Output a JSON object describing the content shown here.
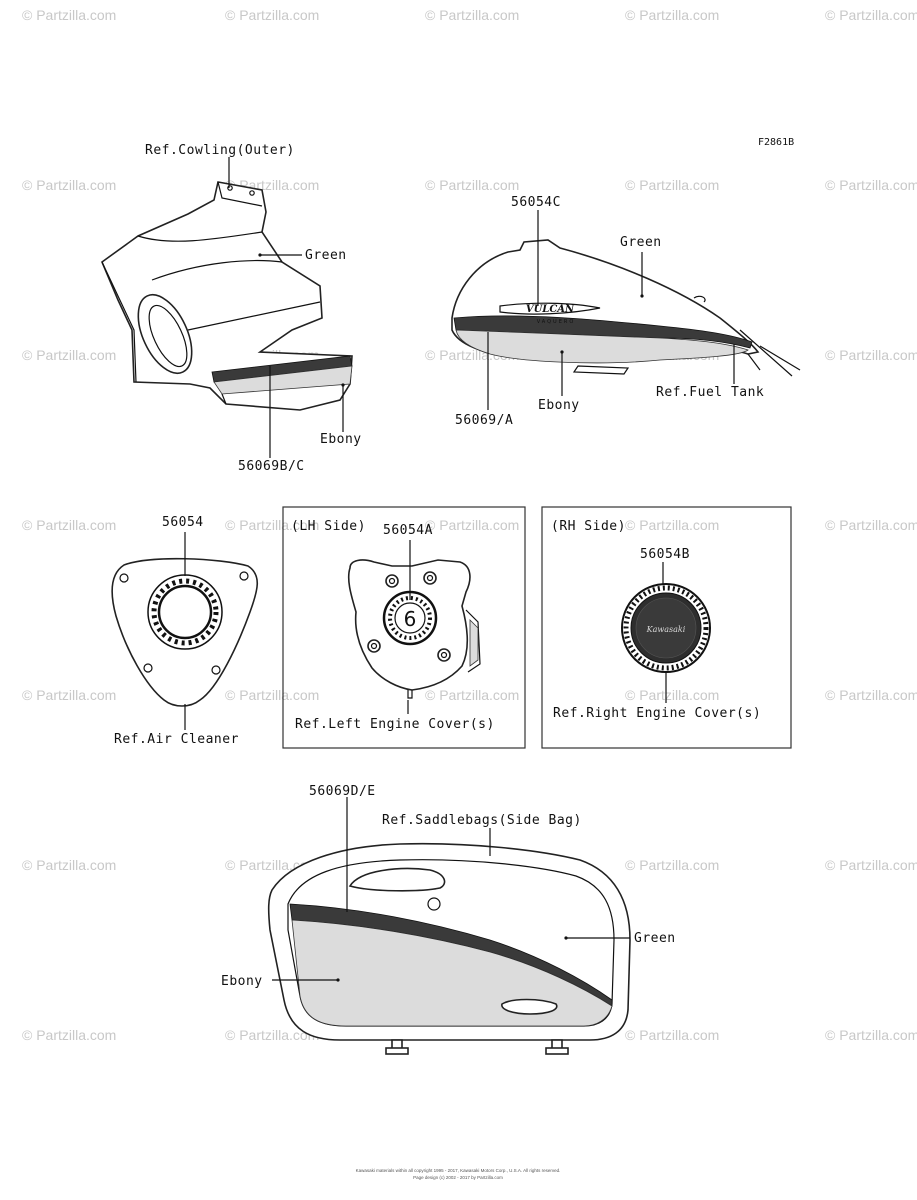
{
  "diagram_code": "F2861B",
  "watermark": "© Partzilla.com",
  "labels": {
    "cowling_ref": "Ref.Cowling(Outer)",
    "cowling_green": "Green",
    "cowling_ebony": "Ebony",
    "cowling_part": "56069B/C",
    "tank_part_top": "56054C",
    "tank_green": "Green",
    "tank_ebony": "Ebony",
    "tank_ref": "Ref.Fuel Tank",
    "tank_part_bottom": "56069/A",
    "air_part": "56054",
    "air_ref": "Ref.Air Cleaner",
    "lh_side": "(LH Side)",
    "lh_part": "56054A",
    "lh_ref": "Ref.Left Engine Cover(s)",
    "rh_side": "(RH Side)",
    "rh_part": "56054B",
    "rh_ref": "Ref.Right Engine Cover(s)",
    "bag_part": "56069D/E",
    "bag_ref": "Ref.Saddlebags(Side Bag)",
    "bag_green": "Green",
    "bag_ebony": "Ebony"
  },
  "decal_text": {
    "tank_logo": "VULCAN",
    "tank_sub": "VAQUERO",
    "lh_gear": "6",
    "rh_logo": "Kawasaki"
  },
  "footer": {
    "line1": "Kawasaki materials within all copyright 1995 - 2017, Kawasaki Motors Corp., U.S.A. All rights reserved.",
    "line2": "Page design (c) 2002 - 2017 by Partzilla.com"
  }
}
